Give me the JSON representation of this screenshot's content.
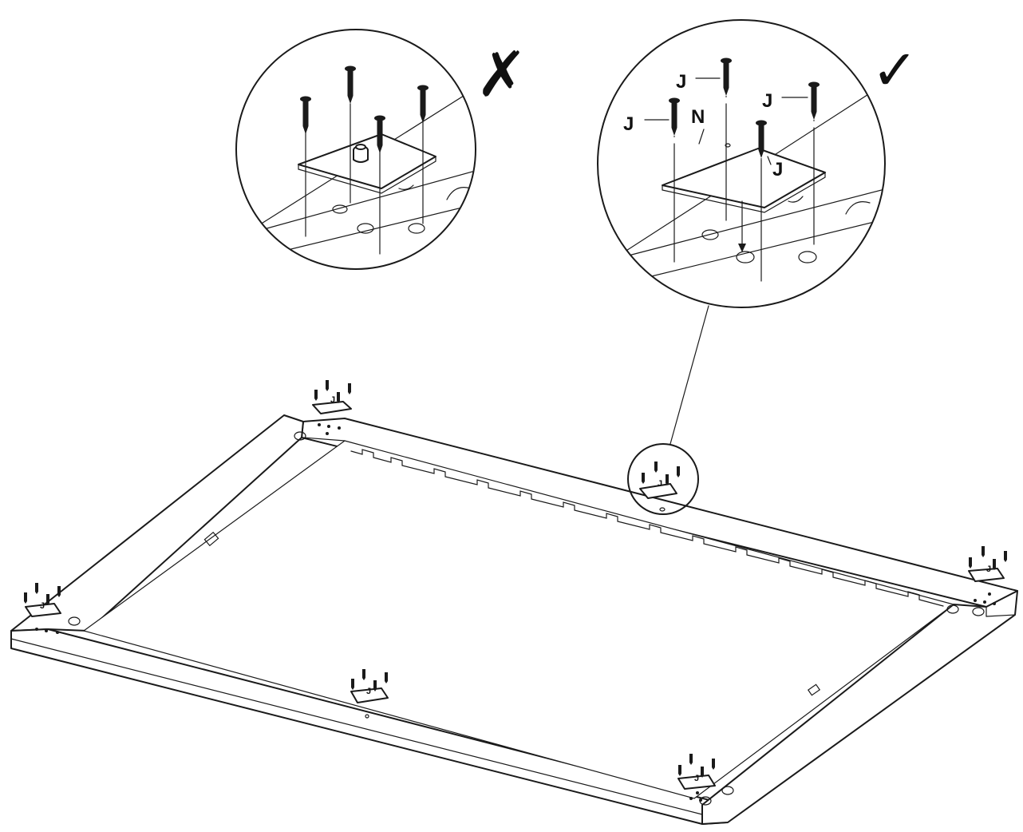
{
  "callout_wrong": {
    "verdict_mark": "✗"
  },
  "callout_right": {
    "verdict_mark": "✓",
    "labels": [
      "J",
      "J",
      "J",
      "J",
      "N"
    ]
  },
  "frame": {
    "corner_screw_labels": [
      "J",
      "J",
      "J",
      "J",
      "J",
      "J"
    ]
  }
}
